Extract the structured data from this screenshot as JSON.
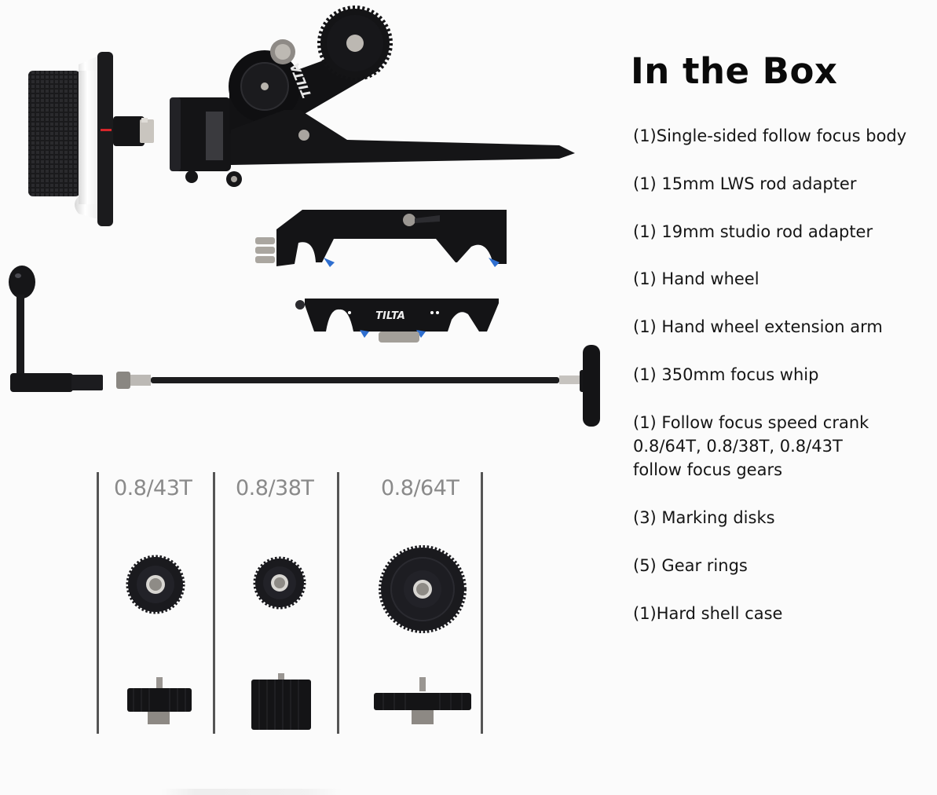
{
  "heading": "In the Box",
  "items": [
    {
      "text": "(1)Single-sided follow focus body"
    },
    {
      "text": "(1) 15mm LWS rod adapter"
    },
    {
      "text": "(1) 19mm studio rod adapter"
    },
    {
      "text": "(1) Hand wheel"
    },
    {
      "text": "(1) Hand wheel extension arm"
    },
    {
      "text": "(1) 350mm focus whip"
    },
    {
      "text": "(1) Follow focus speed crank\n 0.8/64T, 0.8/38T, 0.8/43T\nfollow focus gears"
    },
    {
      "text": "(3) Marking disks"
    },
    {
      "text": "(5) Gear rings"
    },
    {
      "text": "(1)Hard shell case"
    }
  ],
  "gears": [
    {
      "label": "0.8/43T",
      "teeth": 43
    },
    {
      "label": "0.8/38T",
      "teeth": 38
    },
    {
      "label": "0.8/64T",
      "teeth": 64
    }
  ],
  "brand": {
    "logo_text": "TILTA",
    "accent_blue": "#2f6fd0",
    "marker_red": "#d7262b",
    "metal_black": "#141416"
  }
}
